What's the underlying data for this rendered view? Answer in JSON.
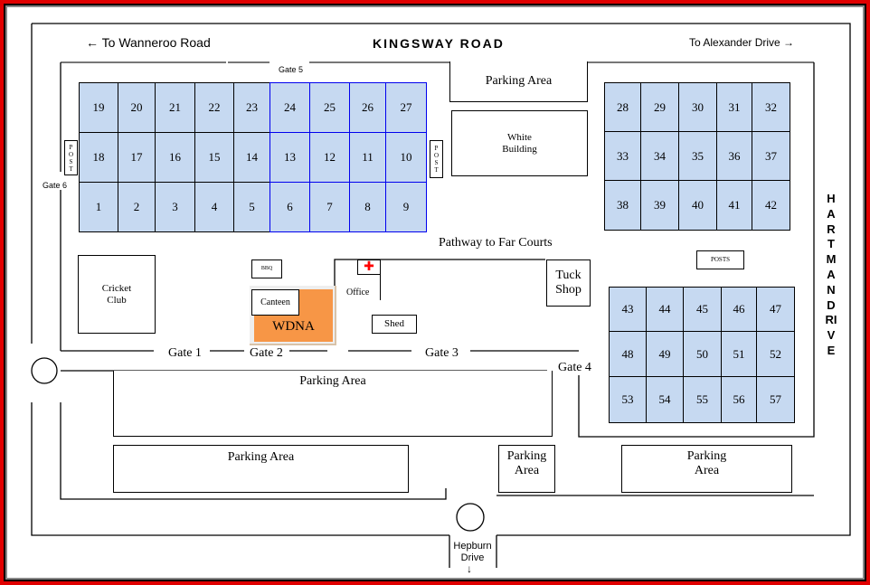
{
  "roads": {
    "top": "KINGSWAY ROAD",
    "left_dir": "← To Wanneroo Road",
    "right_dir": "To Alexander Drive →",
    "right_road": "HARTMAN DRIVE",
    "bottom_road": "Hepburn Drive",
    "bottom_arrow": "↓"
  },
  "gates": {
    "g1": "Gate 1",
    "g2": "Gate 2",
    "g3": "Gate 3",
    "g4": "Gate 4",
    "g5": "Gate 5",
    "g6": "Gate 6"
  },
  "buildings": {
    "white": "White Building",
    "cricket": "Cricket Club",
    "bbq": "BBQ",
    "canteen": "Canteen",
    "wdna": "WDNA",
    "office": "Office",
    "shed": "Shed",
    "tuck": "Tuck Shop",
    "posts": "POSTS",
    "post": "POST"
  },
  "parking": {
    "top": "Parking Area",
    "middle": "Parking Area",
    "bottom_left": "Parking Area",
    "bottom_mid": "Parking Area",
    "bottom_right": "Parking Area"
  },
  "pathway": "Pathway to Far Courts",
  "courts": {
    "left": [
      [
        19,
        20,
        21,
        22,
        23,
        24,
        25,
        26,
        27
      ],
      [
        18,
        17,
        16,
        15,
        14,
        13,
        12,
        11,
        10
      ],
      [
        1,
        2,
        3,
        4,
        5,
        6,
        7,
        8,
        9
      ]
    ],
    "right_top": [
      [
        28,
        29,
        30,
        31,
        32
      ],
      [
        33,
        34,
        35,
        36,
        37
      ],
      [
        38,
        39,
        40,
        41,
        42
      ]
    ],
    "right_bottom": [
      [
        43,
        44,
        45,
        46,
        47
      ],
      [
        48,
        49,
        50,
        51,
        52
      ],
      [
        53,
        54,
        55,
        56,
        57
      ]
    ]
  },
  "colors": {
    "court": "#c6d9f1",
    "wdna": "#f79646",
    "frame": "#e00000",
    "first_aid": "#ff0000"
  }
}
